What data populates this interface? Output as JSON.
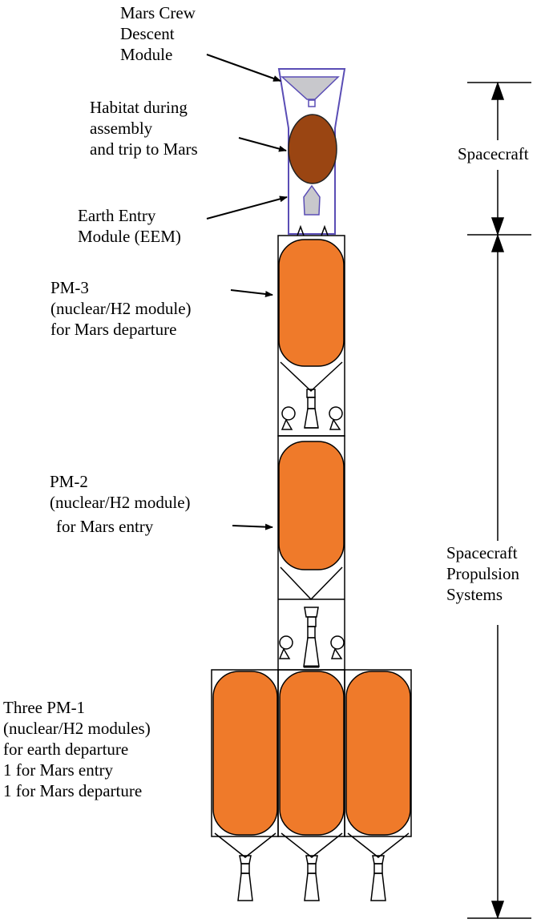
{
  "labels": {
    "descent_module": [
      "Mars Crew",
      "Descent",
      "Module"
    ],
    "habitat": [
      "Habitat during",
      "assembly",
      "and trip to Mars"
    ],
    "eem": [
      "Earth Entry",
      "Module (EEM)"
    ],
    "pm3": [
      "PM-3",
      "(nuclear/H2 module)",
      "for Mars departure"
    ],
    "pm2": [
      "PM-2",
      "(nuclear/H2 module)",
      "for Mars entry"
    ],
    "pm1": [
      "Three PM-1",
      "(nuclear/H2 modules)",
      "for earth departure",
      "1 for Mars entry",
      "1 for Mars departure"
    ],
    "spacecraft": [
      "Spacecraft"
    ],
    "propulsion": [
      "Spacecraft",
      "Propulsion",
      "Systems"
    ]
  },
  "colors": {
    "tank": "#ef7a2a",
    "habitat": "#9a4512",
    "capsule": "#c8c8cc",
    "outline_blue": "#5a4db5",
    "line": "#000000"
  }
}
